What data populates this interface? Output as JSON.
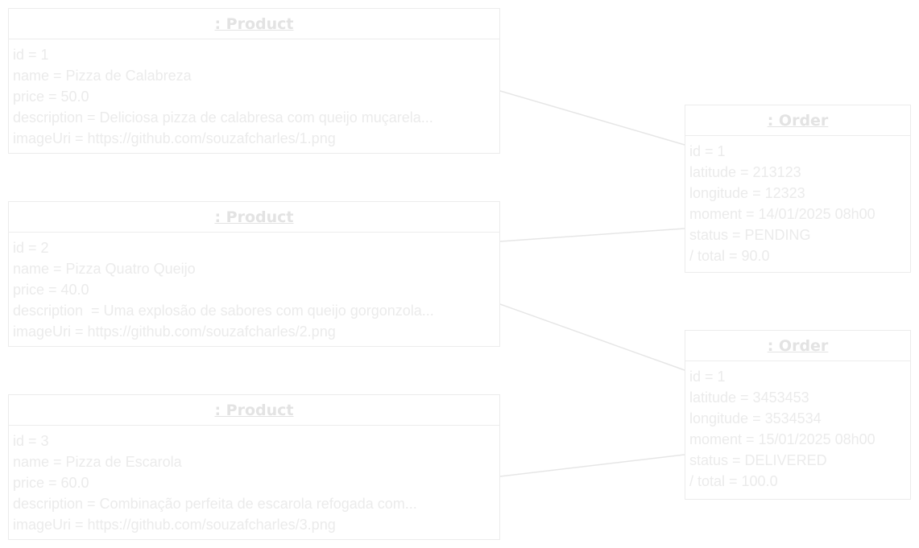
{
  "products": [
    {
      "title": ": Product",
      "attrs": [
        "id = 1",
        "name = Pizza de Calabreza",
        "price = 50.0",
        "description = Deliciosa pizza de calabresa com queijo muçarela...",
        "imageUri = https://github.com/souzafcharles/1.png"
      ]
    },
    {
      "title": ": Product",
      "attrs": [
        "id = 2",
        "name = Pizza Quatro Queijo",
        "price = 40.0",
        "description  = Uma explosão de sabores com queijo gorgonzola...",
        "imageUri = https://github.com/souzafcharles/2.png"
      ]
    },
    {
      "title": ": Product",
      "attrs": [
        "id = 3",
        "name = Pizza de Escarola",
        "price = 60.0",
        "description = Combinação perfeita de escarola refogada com...",
        "imageUri = https://github.com/souzafcharles/3.png"
      ]
    }
  ],
  "orders": [
    {
      "title": ": Order",
      "attrs": [
        "id = 1",
        "latitude = 213123",
        "longitude = 12323",
        "moment = 14/01/2025 08h00",
        "status = PENDING",
        "/ total = 90.0"
      ]
    },
    {
      "title": ": Order",
      "attrs": [
        "id = 1",
        "latitude = 3453453",
        "longitude = 3534534",
        "moment = 15/01/2025 08h00",
        "status = DELIVERED",
        "/ total = 100.0"
      ]
    }
  ],
  "colors": {
    "border": "#ececec",
    "title_text": "#e3e3e3",
    "attr_text": "#ebebeb",
    "link": "#e6e6e6"
  }
}
